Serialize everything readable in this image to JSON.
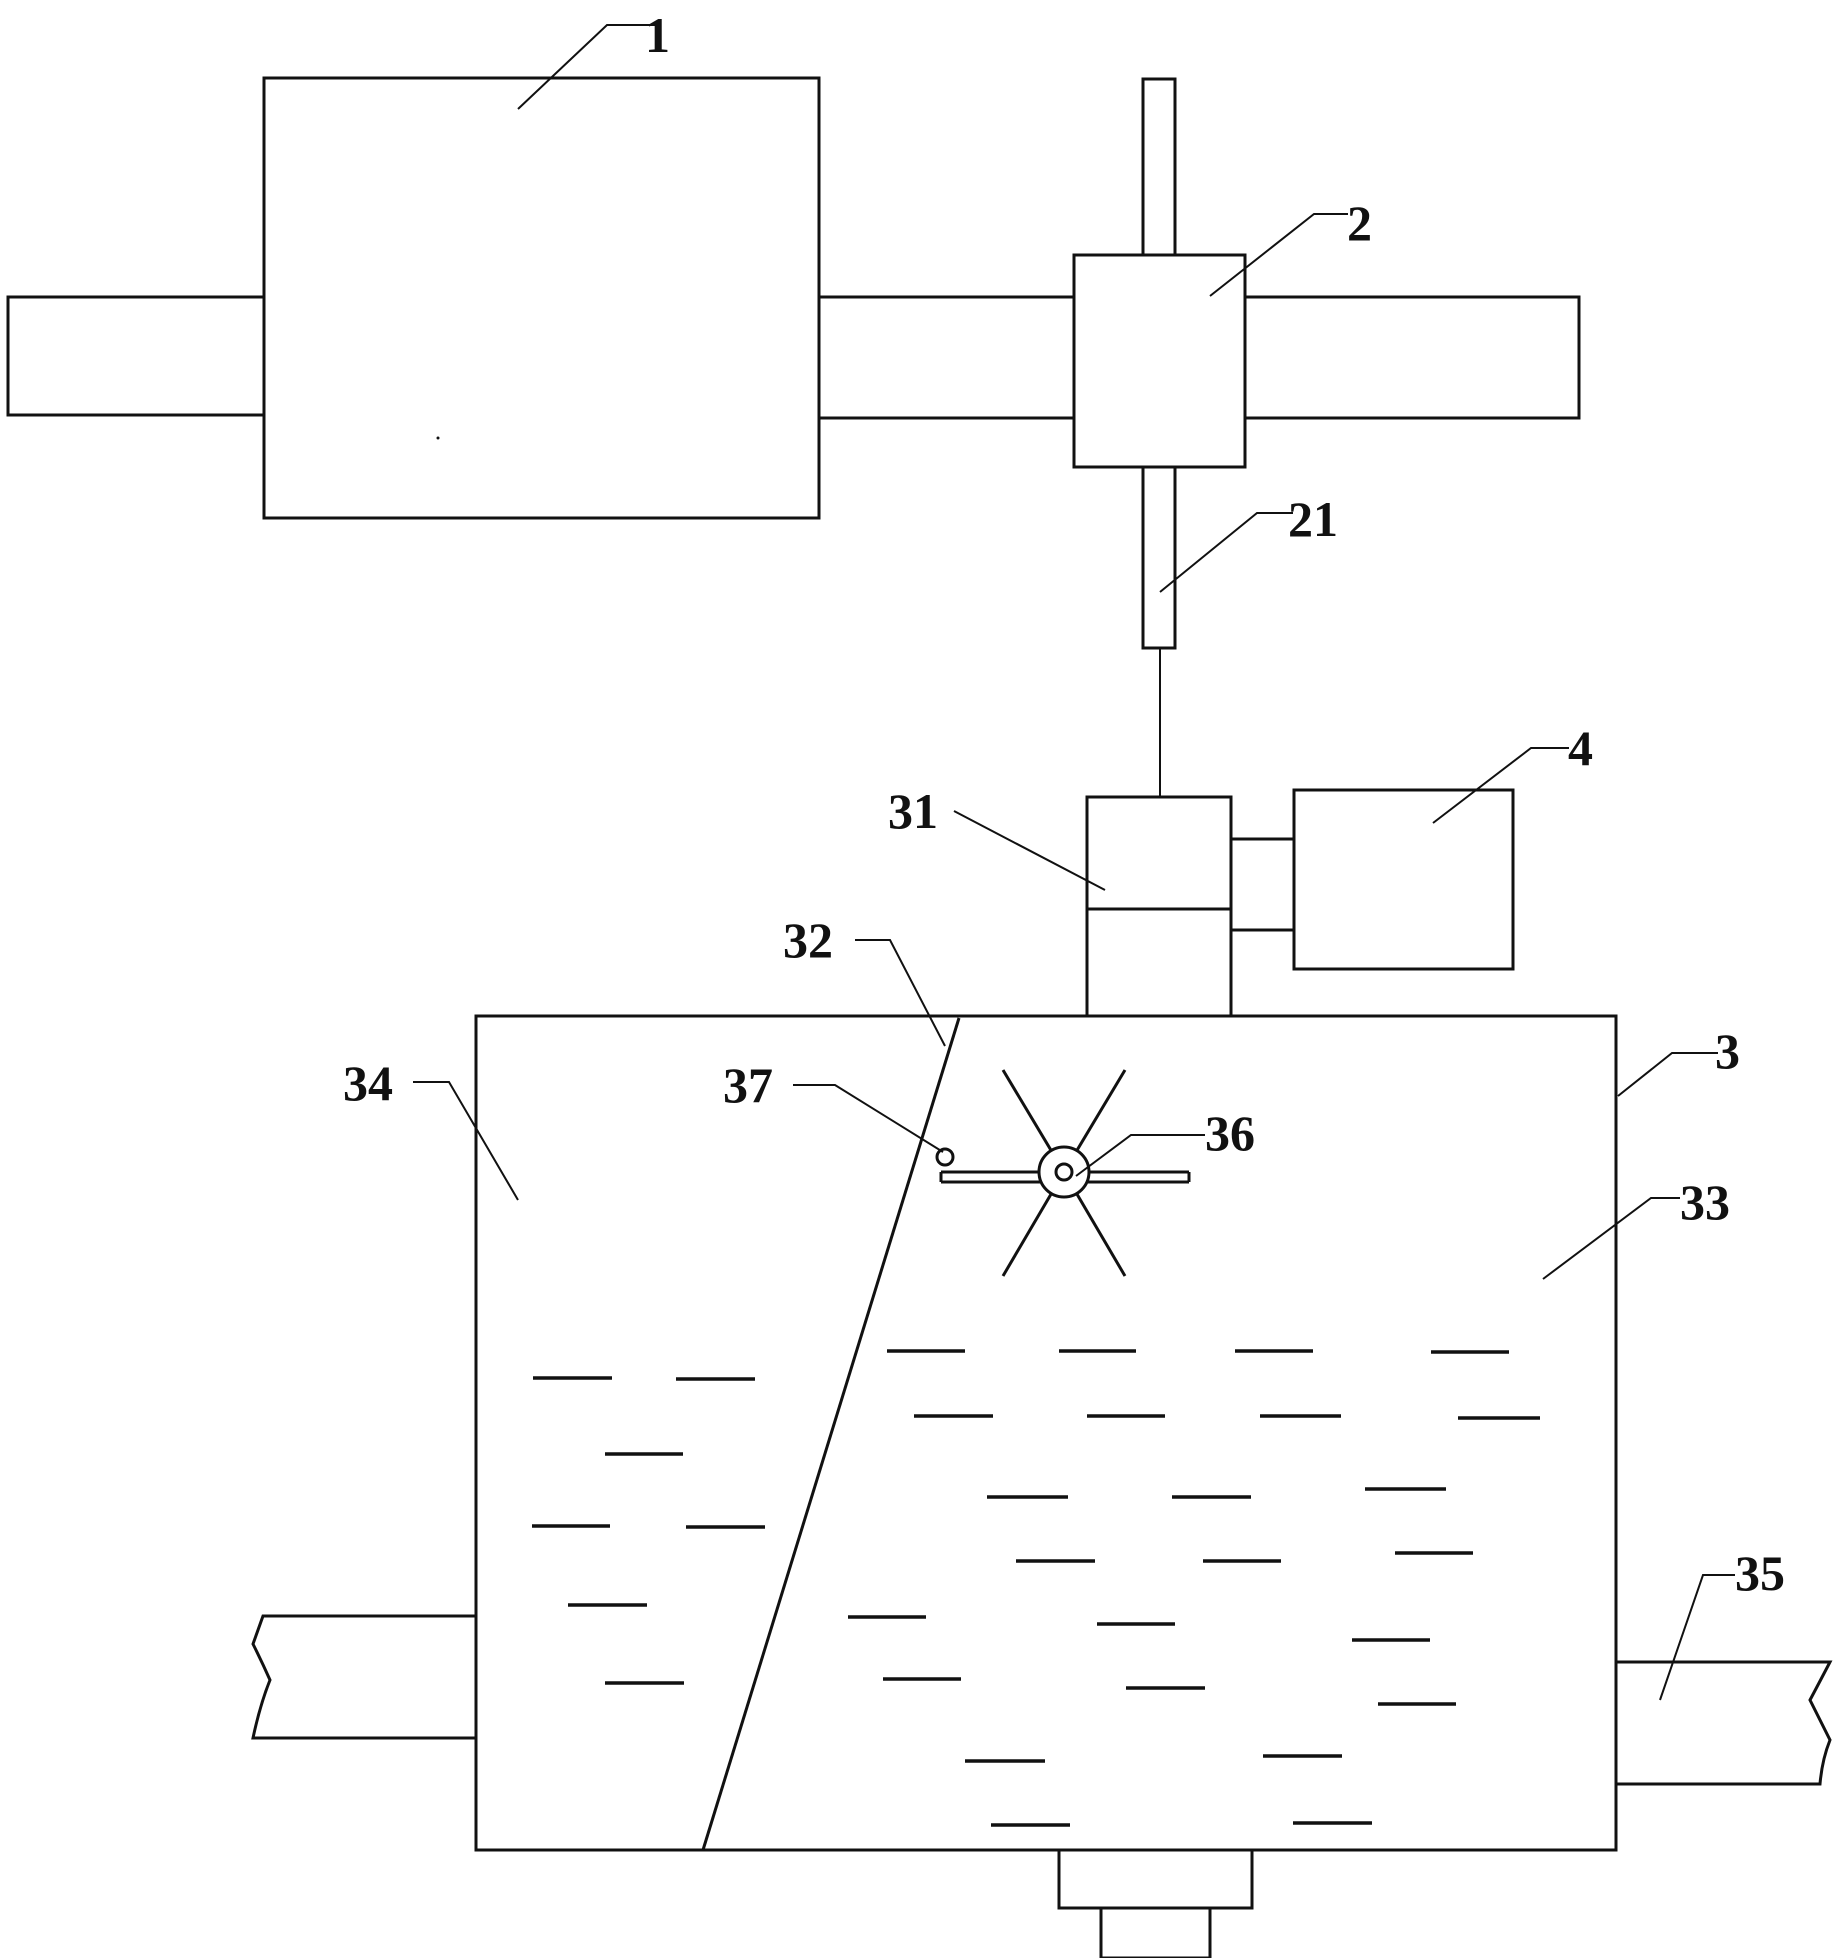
{
  "labels": {
    "l1": "1",
    "l2": "2",
    "l21": "21",
    "l3": "3",
    "l31": "31",
    "l32": "32",
    "l33": "33",
    "l34": "34",
    "l35": "35",
    "l36": "36",
    "l37": "37",
    "l4": "4"
  },
  "colors": {
    "stroke": "#111111",
    "background": "#ffffff"
  }
}
